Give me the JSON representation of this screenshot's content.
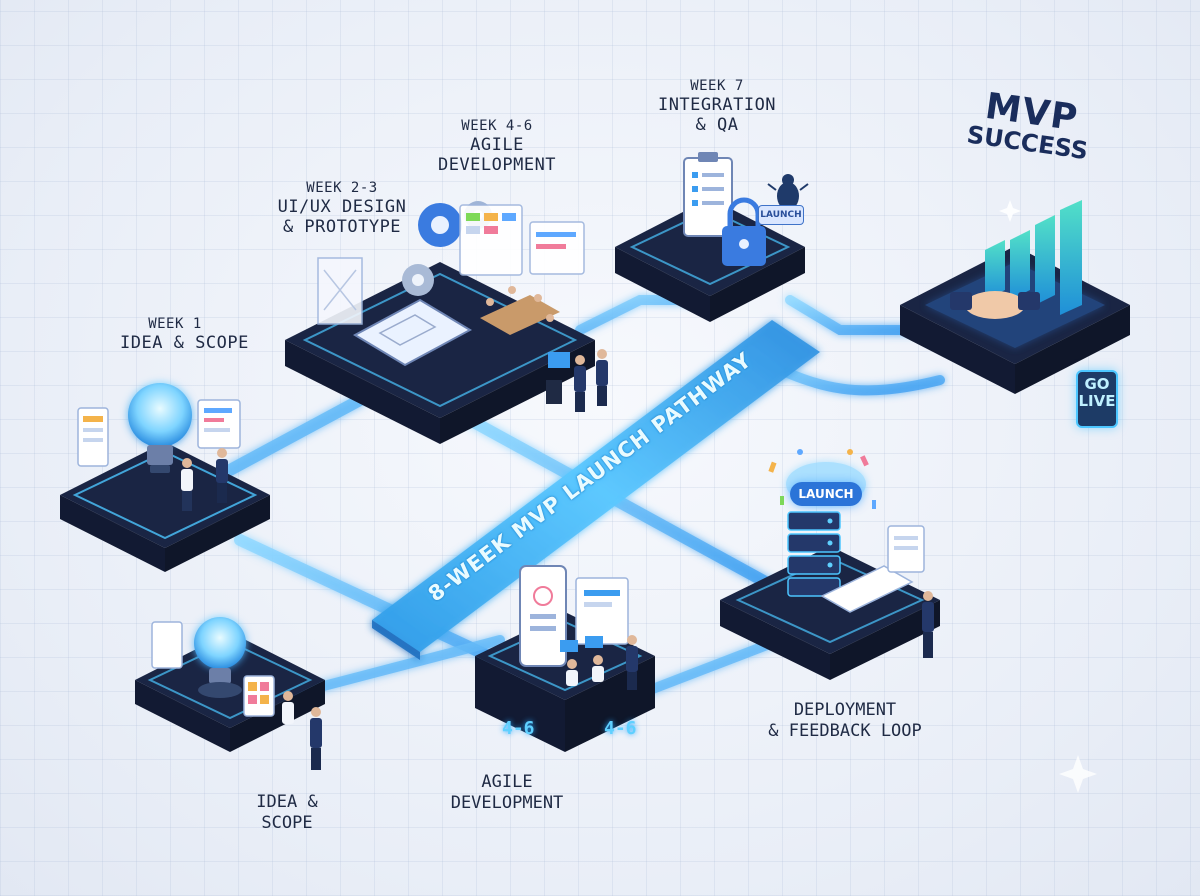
{
  "diagram": {
    "banner": "8-WEEK MVP LAUNCH PATHWAY",
    "goal": {
      "line1": "MVP",
      "line2": "SUCCESS"
    },
    "stages": [
      {
        "week": "WEEK 1",
        "phase": "IDEA & SCOPE"
      },
      {
        "week": "WEEK 2-3",
        "phase_line1": "UI/UX DESIGN",
        "phase_line2": "& PROTOTYPE"
      },
      {
        "week": "WEEK 4-6",
        "phase_line1": "AGILE",
        "phase_line2": "DEVELOPMENT"
      },
      {
        "week": "WEEK 7",
        "phase_line1": "INTEGRATION",
        "phase_line2": "& QA"
      }
    ],
    "lower_stages": [
      {
        "line1": "IDEA &",
        "line2": "SCOPE"
      },
      {
        "line1": "AGILE",
        "line2": "DEVELOPMENT"
      },
      {
        "line1": "DEPLOYMENT",
        "line2": "& FEEDBACK LOOP"
      }
    ],
    "badges": {
      "go_live_line1": "GO",
      "go_live_line2": "LIVE",
      "launch": "LAUNCH",
      "launch_small": "LAUNCH",
      "platform_number_left": "4-6",
      "platform_number_right": "4-6"
    },
    "colors": {
      "platform_top": "#24335a",
      "platform_side": "#18223e",
      "glow": "#4cc6ff",
      "pipe": "#6fc7ff",
      "text": "#1f2a44"
    }
  }
}
